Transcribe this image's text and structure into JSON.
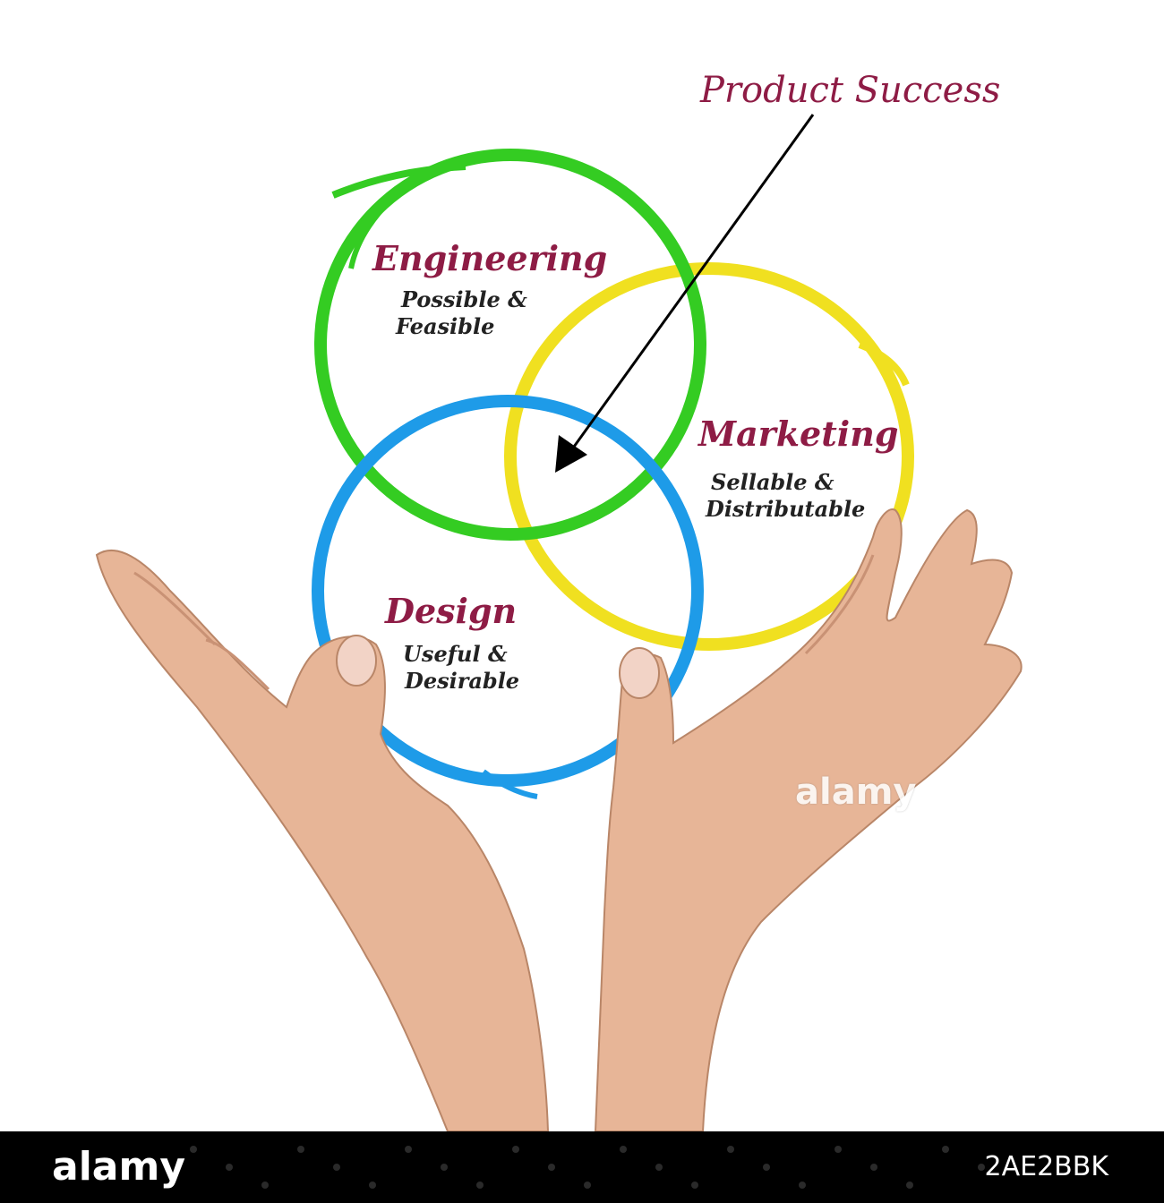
{
  "diagram": {
    "title": "Product Success",
    "circles": [
      {
        "id": "engineering",
        "label": "Engineering",
        "line1": "Possible &",
        "line2": "Feasible",
        "color": "#34cc22"
      },
      {
        "id": "marketing",
        "label": "Marketing",
        "line1": "Sellable &",
        "line2": "Distributable",
        "color": "#f0e020"
      },
      {
        "id": "design",
        "label": "Design",
        "line1": "Useful &",
        "line2": "Desirable",
        "color": "#1e9be8"
      }
    ],
    "arrow_color": "#000000",
    "heading_color": "#8e1c45"
  },
  "watermark": "alamy",
  "footer": {
    "logo": "alamy",
    "image_code": "2AE2BBK"
  }
}
